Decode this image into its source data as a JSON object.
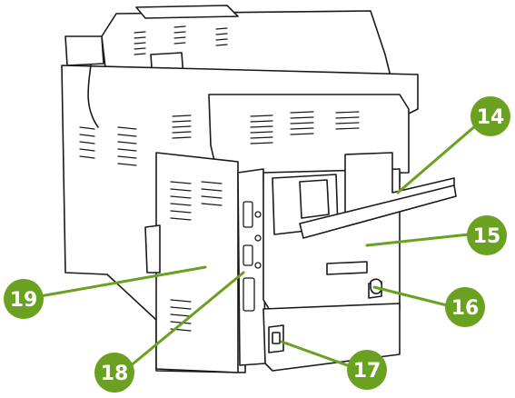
{
  "callouts": [
    {
      "id": "14",
      "label": "14"
    },
    {
      "id": "15",
      "label": "15"
    },
    {
      "id": "16",
      "label": "16"
    },
    {
      "id": "17",
      "label": "17"
    },
    {
      "id": "18",
      "label": "18"
    },
    {
      "id": "19",
      "label": "19"
    }
  ],
  "colors": {
    "callout_fill": "#6aa121",
    "leader_line": "#6aa121",
    "callout_text": "#ffffff",
    "device_outline": "#1a1a1a",
    "device_fill": "#ffffff"
  }
}
